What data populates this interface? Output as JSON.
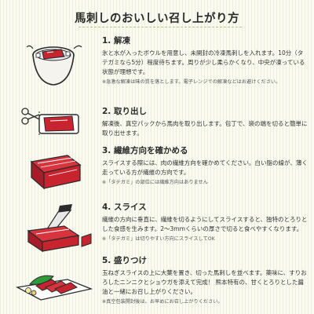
{
  "title": "馬刺しのおいしい召し上がり方",
  "steps": [
    {
      "heading": "1. 解凍",
      "body": "氷と水が入ったボウルを用意し、未開封の冷凍馬刺しを入れます。10分（タテガミなら5分）程度待ちます。周りが少し柔らかくなり、中央が凍っている状態が理想です。",
      "note": "※急激な解凍は味の質を落とします。電子レンジでの解凍などはお避けください。"
    },
    {
      "heading": "2. 取り出し",
      "body": "解凍後、真空パックから馬肉を取り出します。包丁で、袋の端を切ると簡単に取り出せます。",
      "note": ""
    },
    {
      "heading": "3. 繊維方向を確かめる",
      "body": "スライスする際には、肉の繊維方向を確かめてください。白い脂の線が、薄く走っている方が繊維の方向です。",
      "note": "※「タテガミ」の部位には繊維方向はありません"
    },
    {
      "heading": "4. スライス",
      "body": "繊維の方向に垂直に、繊維を切るようにしてスライスすると、独特のとろりとした食感を生みます。2〜3mmくらいの厚さで切ると食べやすくなります。",
      "note": "※「タテガミ」は切りやすい方向にスライスしてOK"
    },
    {
      "heading": "5. 盛りつけ",
      "body": "玉ねぎスライスの上に大葉を置き、切った馬刺しを並べます。薬味に、すりおろしたニンニクとショウガを添えて完成！ 熊本特有の、甘くとろりとした醤油と一緒にお召し上がりください。",
      "note": "※真空包装開封後は、お早めにお召し上がりください。"
    }
  ],
  "colors": {
    "meat": "#c8242f",
    "meat_dark": "#8e1220",
    "bowl": "#f0eee6",
    "leaf": "#2f9a3a",
    "highlight": "#f2f29a",
    "rule": "#b7c97d"
  },
  "icons": [
    "bowl-icon",
    "pack-scissors-icon",
    "meat-block-icon",
    "knife-slicing-icon",
    "plated-dish-icon"
  ]
}
